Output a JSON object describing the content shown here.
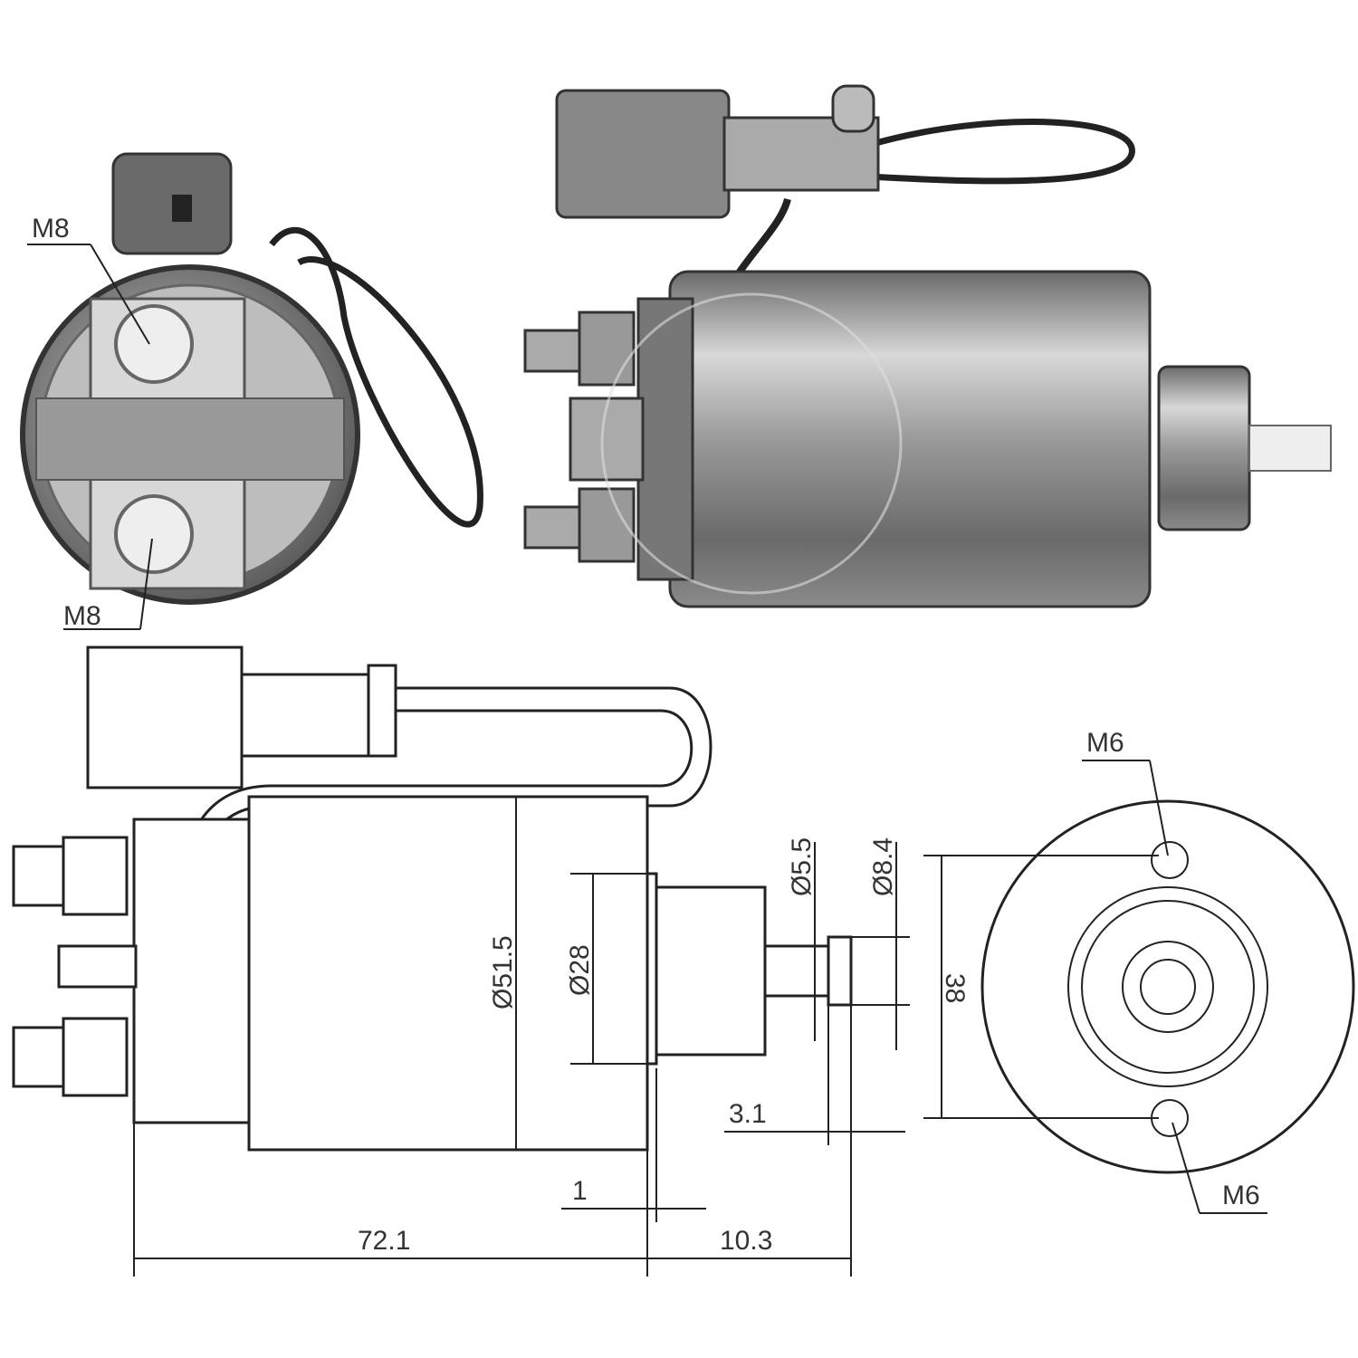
{
  "photo_labels": {
    "top_terminal": "M8",
    "bottom_terminal": "M8"
  },
  "drawing_labels": {
    "body_diameter": "Ø51.5",
    "nose_diameter": "Ø28",
    "plunger_diameter": "Ø5.5",
    "plunger_head_diameter": "Ø8.4",
    "mount_spacing": "38",
    "plunger_head_width": "3.1",
    "flange_thickness": "1",
    "body_length": "72.1",
    "nose_length": "10.3",
    "mount_hole_top": "M6",
    "mount_hole_bottom": "M6"
  },
  "colors": {
    "metal_dark": "#5a5a5a",
    "metal_light": "#c8c8c8",
    "line": "#222222"
  }
}
